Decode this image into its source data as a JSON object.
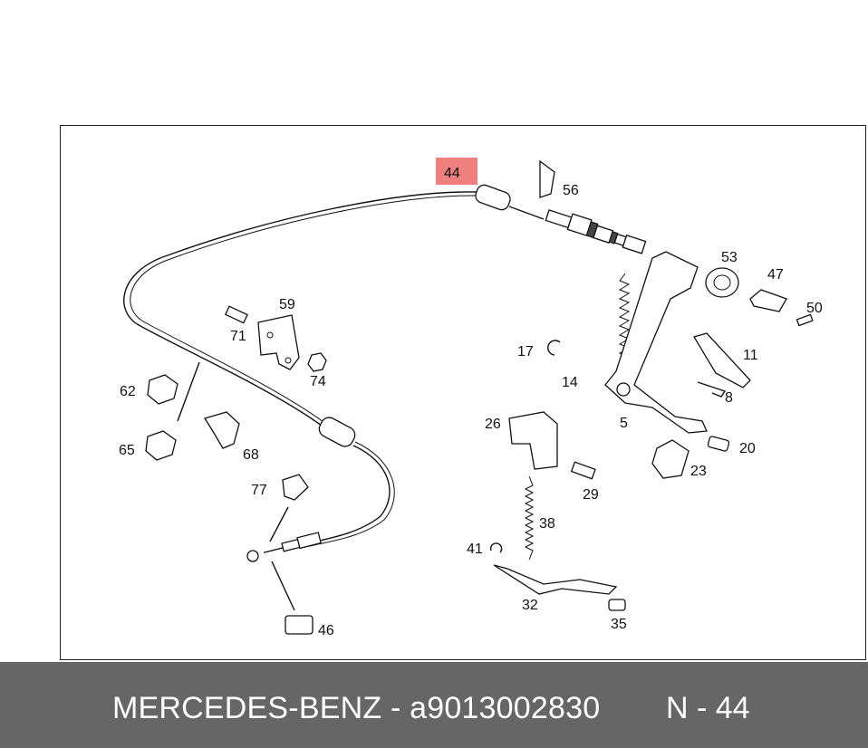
{
  "diagram": {
    "highlight_color": "#f08080",
    "highlighted_label": "44",
    "callouts": [
      "44",
      "56",
      "53",
      "47",
      "50",
      "59",
      "71",
      "74",
      "17",
      "14",
      "11",
      "8",
      "62",
      "65",
      "68",
      "26",
      "5",
      "20",
      "23",
      "29",
      "77",
      "38",
      "41",
      "32",
      "35",
      "46"
    ]
  },
  "footer": {
    "brand_part": "MERCEDES-BENZ - a9013002830",
    "code": "N - 44",
    "background": "#666666"
  }
}
